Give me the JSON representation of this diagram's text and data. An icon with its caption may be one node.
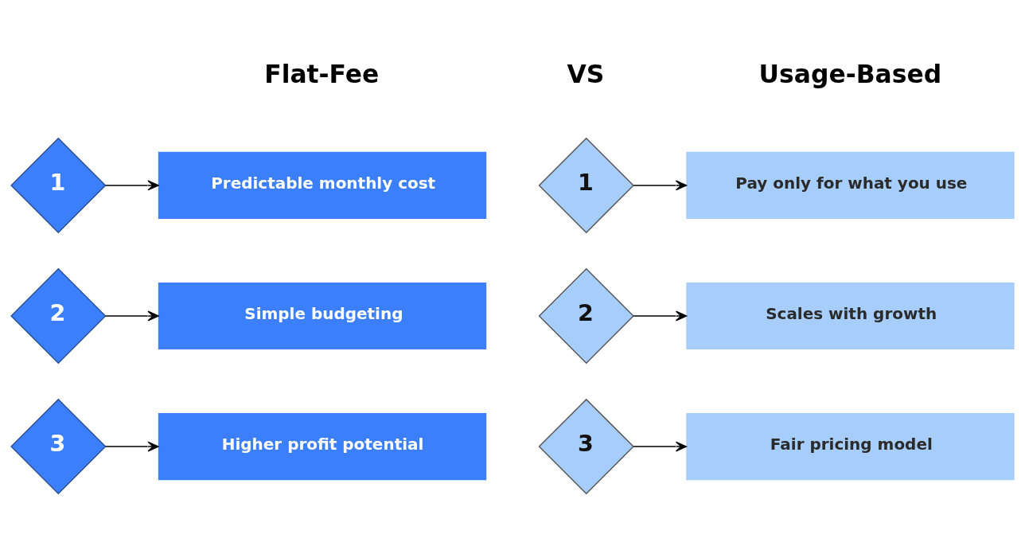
{
  "diagram": {
    "nodes": [
      {
        "text": [
          "1"
        ]
      },
      {
        "text": [
          "Predictable monthly cost"
        ]
      },
      {
        "text": [
          "1"
        ]
      },
      {
        "text": [
          "Pay only for what you use"
        ]
      },
      {
        "text": [
          "2"
        ]
      },
      {
        "text": [
          "Simple budgeting"
        ]
      },
      {
        "text": [
          "2"
        ]
      },
      {
        "text": [
          "Scales with growth"
        ]
      },
      {
        "text": [
          "3"
        ]
      },
      {
        "text": [
          "Higher profit potential"
        ]
      },
      {
        "text": [
          "3"
        ]
      },
      {
        "text": [
          "Fair pricing model"
        ]
      }
    ],
    "edges": [
      {
        "from": 0,
        "to": 1,
        "arrow": "to"
      },
      {
        "from": 2,
        "to": 3,
        "arrow": "to"
      },
      {
        "from": 4,
        "to": 5,
        "arrow": "to"
      },
      {
        "from": 6,
        "to": 7,
        "arrow": "to"
      },
      {
        "from": 8,
        "to": 9,
        "arrow": "to"
      },
      {
        "from": 10,
        "to": 11,
        "arrow": "to"
      }
    ],
    "labels": [
      "Flat-Fee",
      "VS",
      "Usage-Based"
    ]
  }
}
